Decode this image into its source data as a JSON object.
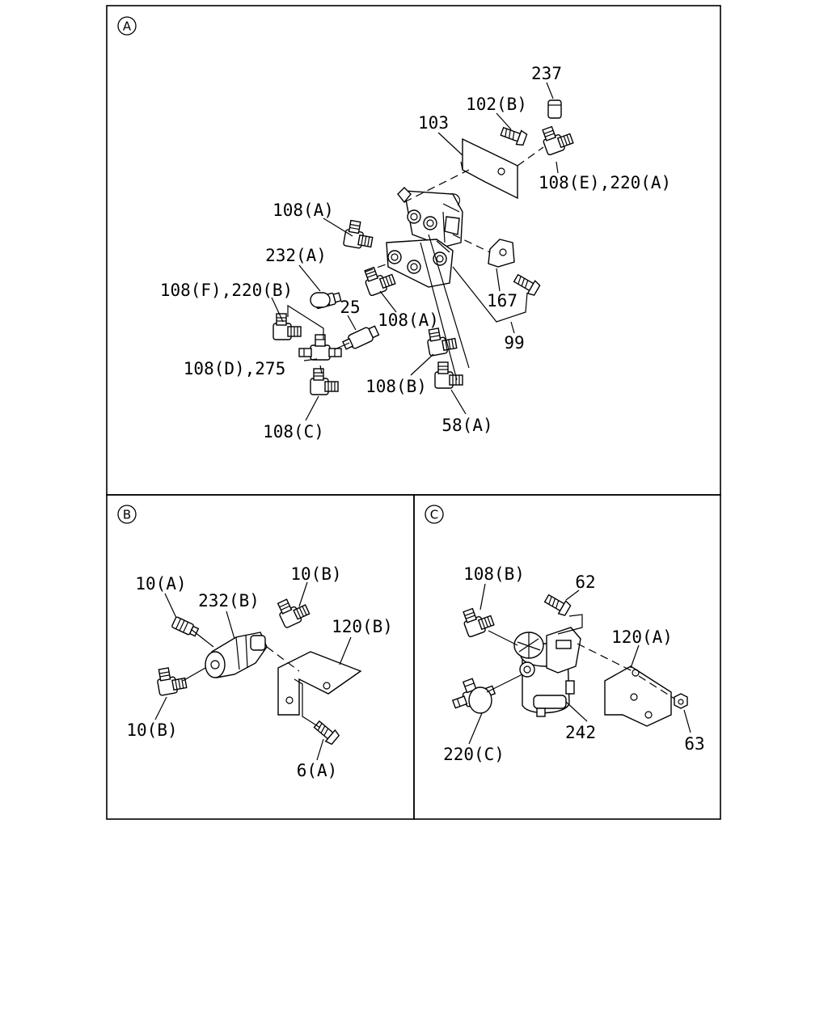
{
  "panels": {
    "a": {
      "marker": "A",
      "callouts": {
        "c237": "237",
        "c102b": "102(B)",
        "c103": "103",
        "c108e_220a": "108(E),220(A)",
        "c108a_top": "108(A)",
        "c232a": "232(A)",
        "c108f_220b": "108(F),220(B)",
        "c25": "25",
        "c108a_mid": "108(A)",
        "c167": "167",
        "c99": "99",
        "c108d_275": "108(D),275",
        "c108b": "108(B)",
        "c108c": "108(C)",
        "c58a": "58(A)"
      }
    },
    "b": {
      "marker": "B",
      "callouts": {
        "c10a": "10(A)",
        "c232b": "232(B)",
        "c10b_top": "10(B)",
        "c120b": "120(B)",
        "c10b_bottom": "10(B)",
        "c6a": "6(A)"
      }
    },
    "c": {
      "marker": "C",
      "callouts": {
        "c108b": "108(B)",
        "c62": "62",
        "c120a": "120(A)",
        "c242": "242",
        "c220c": "220(C)",
        "c63": "63"
      }
    }
  }
}
